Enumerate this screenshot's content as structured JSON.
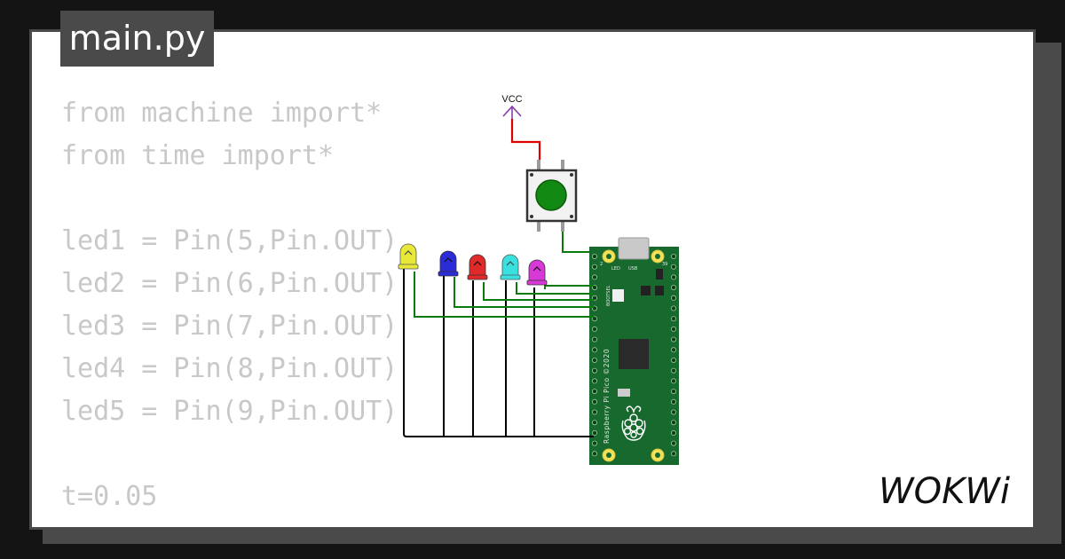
{
  "file_tab": {
    "label": "main.py"
  },
  "code_lines": [
    "from machine import*",
    "from time import*",
    "",
    "led1 = Pin(5,Pin.OUT)",
    "led2 = Pin(6,Pin.OUT)",
    "led3 = Pin(7,Pin.OUT)",
    "led4 = Pin(8,Pin.OUT)",
    "led5 = Pin(9,Pin.OUT)",
    "",
    "t=0.05"
  ],
  "circuit": {
    "vcc_label": "VCC",
    "board": {
      "name_text": "Raspberry Pi Pico ©2020",
      "led_label": "LED",
      "usb_label": "USB",
      "pin_label_left": "2",
      "pin_label_right": "39",
      "bootsel_label": "BOOTSEL"
    },
    "leds": [
      {
        "color": "#e8e838"
      },
      {
        "color": "#2b2bd8"
      },
      {
        "color": "#e02a2a"
      },
      {
        "color": "#38e0e0"
      },
      {
        "color": "#d838d8"
      }
    ],
    "button_color": "#118811",
    "wire_colors": {
      "power": "#dd0000",
      "signal": "#0a7a0a",
      "ground": "#000000"
    }
  },
  "brand": {
    "logo_text": "WOKWi"
  }
}
